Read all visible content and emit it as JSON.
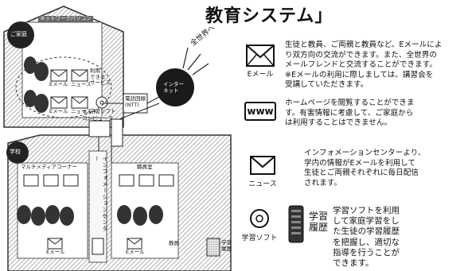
{
  "title": "教育システム」",
  "illustration": {
    "home_badge": "ご家庭",
    "school_badge": "学校",
    "network_label": "ネットワークパソコン",
    "net_computer": "ネット\nコンピュータ",
    "phone_line": "電話回線\n(NTT)",
    "internet_label": "インター\nネット",
    "to_world": "全世界へ",
    "multimedia_corner": "マルチメディアコーナー",
    "info_center": "インフォメーションセンター",
    "staff_room": "職員室",
    "services_label": "利用\nできる\nサービス",
    "labels_home_row1": [
      "Eメール",
      "ニュース"
    ],
    "labels_home_row2": [
      "Eメール",
      "ニュース",
      "学習ソフト"
    ],
    "labels_school_left": [
      "Eメール"
    ],
    "labels_school_right": [
      "Eメール"
    ],
    "teacher_label": "教員",
    "study_history_small": "学習\n履歴"
  },
  "features": [
    {
      "icon": "envelope-icon",
      "label": "Eメール",
      "text": "生徒と教員、ご両親と教員など、Eメールによ\nり双方向の交流ができます。また、全世界の\nメールフレンドと交流することができます。\n※Eメールの利用に際しましては、講習会を\n受講していただきます。"
    },
    {
      "icon": "www-icon",
      "label": "www",
      "text": "ホームページを閲覧することができま\nす。有害情報に考慮して、ご家庭から\nは利用することはできません。"
    },
    {
      "icon": "envelope-icon",
      "label": "ニュース",
      "text": "インフォメーションセンターより、\n学内の情報がEメールを利用して\n生徒とご両親それぞれに毎日配信\nされます。"
    },
    {
      "icon": "disc-icon",
      "label": "学習ソフト",
      "extra_label": "学習\n履歴",
      "text": "学習ソフトを利用\nして家庭学習をし\nた生徒の学習履歴\nを把握し、適切な\n指導を行うことが\nできます。"
    }
  ]
}
